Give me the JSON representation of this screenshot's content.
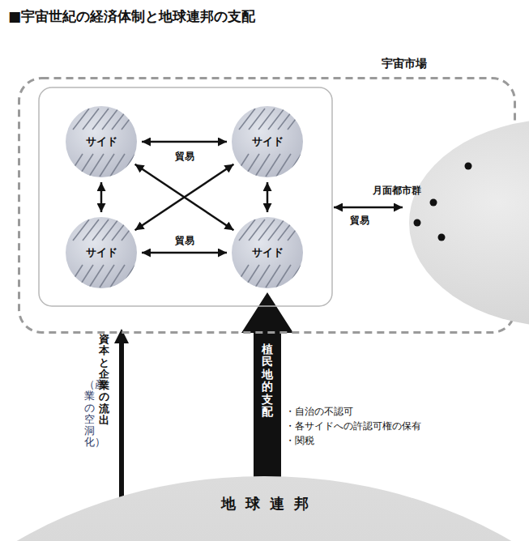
{
  "diagram": {
    "title": "■宇宙世紀の経済体制と地球連邦の支配",
    "nodes": [
      {
        "text": [
          "宇宙市場"
        ]
      },
      {
        "text": [
          "サイド"
        ],
        "in": 0
      },
      {
        "text": [
          "サイド"
        ],
        "in": 0
      },
      {
        "text": [
          "サイド"
        ],
        "in": 0
      },
      {
        "text": [
          "サイド"
        ],
        "in": 0
      },
      {
        "text": [
          "月面都市群"
        ]
      },
      {
        "text": [
          "地球連邦"
        ]
      }
    ],
    "edges": [
      {
        "from": 1,
        "to": 2,
        "label": "貿易",
        "arrow": "both"
      },
      {
        "from": 3,
        "to": 4,
        "label": "貿易",
        "arrow": "both"
      },
      {
        "from": 1,
        "to": 3,
        "arrow": "both"
      },
      {
        "from": 2,
        "to": 4,
        "arrow": "both"
      },
      {
        "from": 1,
        "to": 4,
        "arrow": "both"
      },
      {
        "from": 2,
        "to": 3,
        "arrow": "both"
      },
      {
        "from": 6,
        "to": 0,
        "label": "資本と企業の流出",
        "arrow": "to"
      },
      {
        "from": 6,
        "to": 4,
        "label": "植民地的支配",
        "arrow": "to"
      }
    ],
    "labels": [
      "貿易",
      "（産業の空洞化）",
      "・自治の不認可",
      "・各サイドへの許認可権の保有",
      "・関税"
    ]
  }
}
